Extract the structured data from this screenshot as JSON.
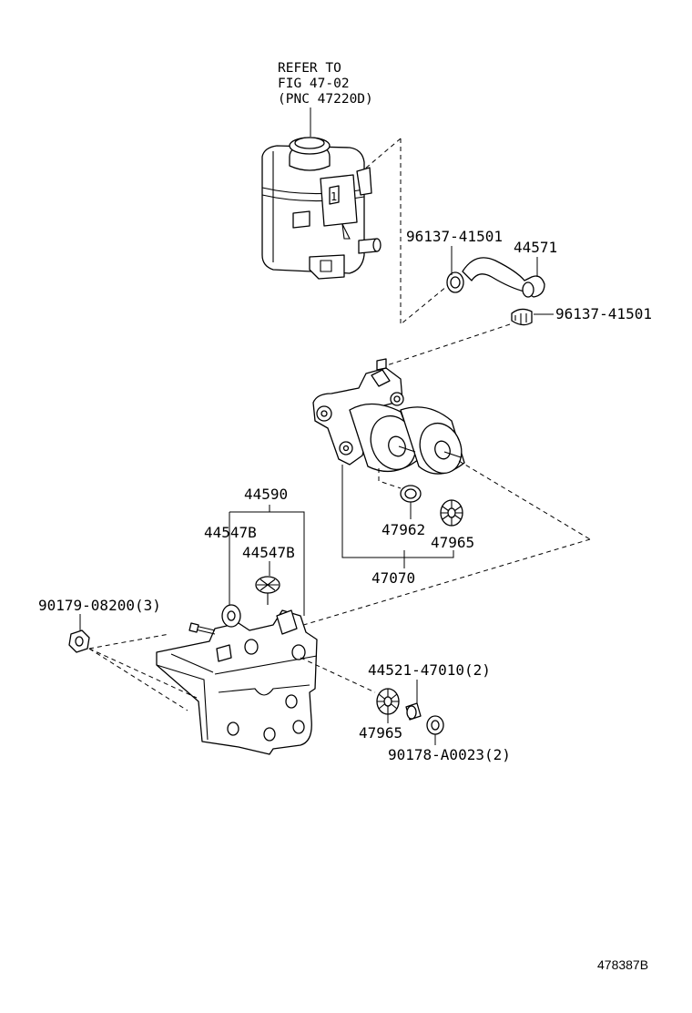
{
  "diagram": {
    "reference_note": [
      "REFER TO",
      "FIG 47-02",
      "(PNC 47220D)"
    ],
    "reservoir_badge": "1",
    "labels": {
      "clamp_upper": "96137-41501",
      "hose": "44571",
      "clamp_lower": "96137-41501",
      "assembly": "44590",
      "sub_a": "44547B",
      "sub_b": "44547B",
      "nut_left": "90179-08200(3)",
      "oring": "47962",
      "cushion_upper": "47965",
      "pump": "47070",
      "bolt_set": "44521-47010(2)",
      "cushion_lower": "47965",
      "bushing": "90178-A0023(2)"
    },
    "figure_code": "478387B"
  }
}
